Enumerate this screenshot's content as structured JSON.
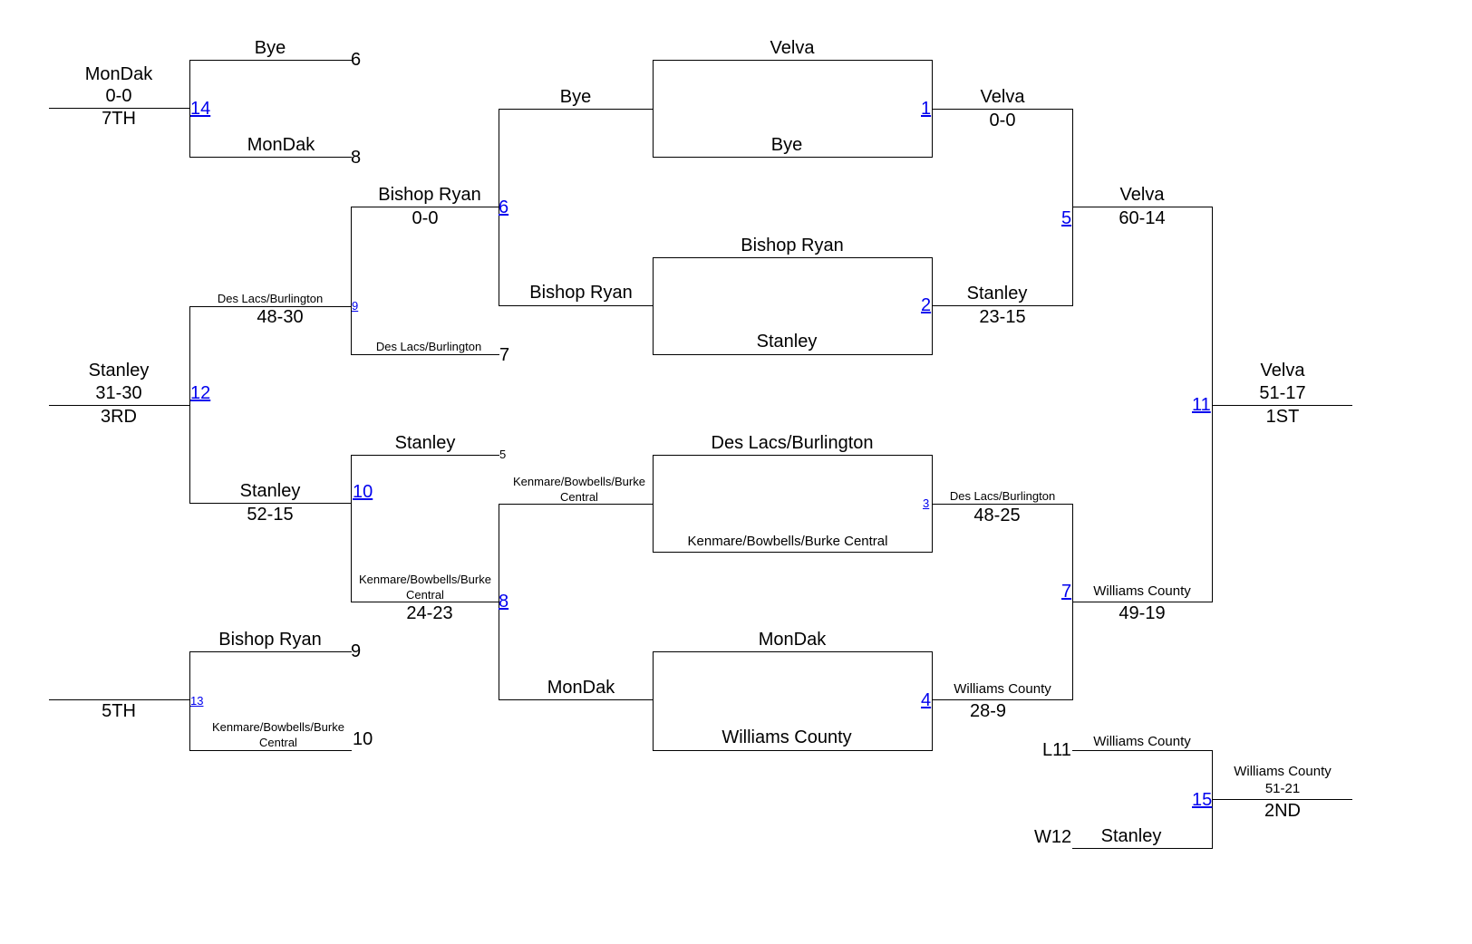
{
  "bracket": {
    "games": {
      "g1": "1",
      "g2": "2",
      "g3": "3",
      "g4": "4",
      "g5": "5",
      "g6": "6",
      "g7": "7",
      "g8": "8",
      "g9": "9",
      "g10": "10",
      "g11": "11",
      "g12": "12",
      "g13": "13",
      "g14": "14",
      "g15": "15"
    },
    "seeds": {
      "s5": "5",
      "s6": "6",
      "s7": "7",
      "s8": "8",
      "s9": "9",
      "s10": "10",
      "l11": "L11",
      "w12": "W12"
    },
    "g1": {
      "top": "Velva",
      "bottom": "Bye",
      "winner": "Velva",
      "score": "0-0"
    },
    "g2": {
      "top": "Bishop Ryan",
      "bottom": "Stanley",
      "winner": "Stanley",
      "score": "23-15"
    },
    "g3": {
      "top": "Des Lacs/Burlington",
      "bottom": "Kenmare/Bowbells/Burke Central",
      "winner": "Des Lacs/Burlington",
      "score": "48-25"
    },
    "g4": {
      "top": "MonDak",
      "bottom": "Williams County",
      "winner": "Williams County",
      "score": "28-9"
    },
    "g5": {
      "winner": "Velva",
      "score": "60-14"
    },
    "g6": {
      "top": "Bye",
      "bottom": "Bishop Ryan",
      "winner": "Bishop Ryan",
      "score": "0-0"
    },
    "g7": {
      "winner": "Williams County",
      "score": "49-19"
    },
    "g8": {
      "top": "Kenmare/Bowbells/Burke Central",
      "bottom": "MonDak",
      "winner": "Kenmare/Bowbells/Burke Central",
      "score": "24-23"
    },
    "g9": {
      "bottom": "Des Lacs/Burlington",
      "winner": "Des Lacs/Burlington",
      "score": "48-30"
    },
    "g10": {
      "top": "Stanley",
      "winner": "Stanley",
      "score": "52-15"
    },
    "g11": {
      "winner": "Velva",
      "score": "51-17",
      "place": "1ST"
    },
    "g12": {
      "winner": "Stanley",
      "score": "31-30",
      "place": "3RD"
    },
    "g13": {
      "top": "Bishop Ryan",
      "bottom": "Kenmare/Bowbells/Burke Central",
      "place": "5TH"
    },
    "g14": {
      "top": "Bye",
      "bottom": "MonDak",
      "winner": "MonDak",
      "score": "0-0",
      "place": "7TH"
    },
    "g15": {
      "top": "Williams County",
      "bottom": "Stanley",
      "winner": "Williams County",
      "score": "51-21",
      "place": "2ND"
    }
  }
}
